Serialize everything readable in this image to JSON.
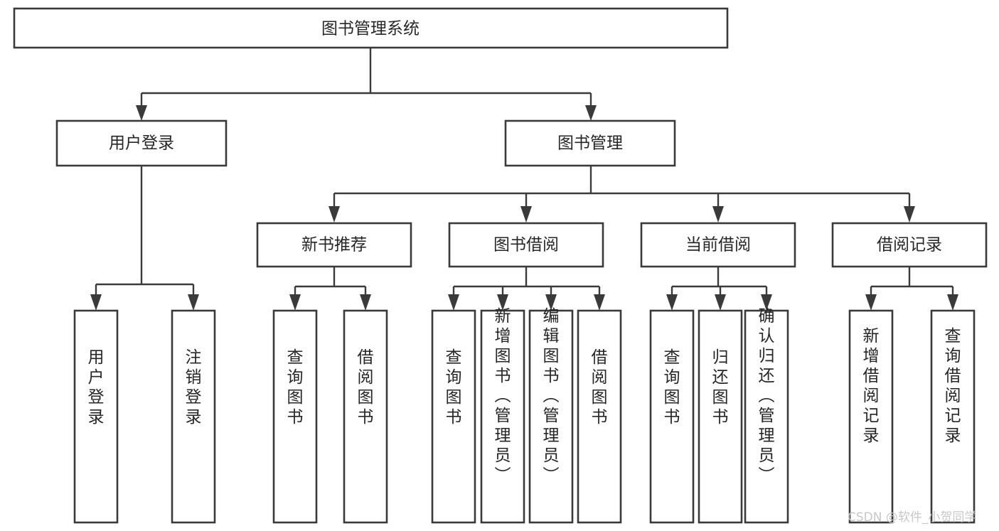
{
  "diagram": {
    "title": "图书管理系统",
    "type": "tree-hierarchy-diagram",
    "colors": {
      "stroke": "#3a3a3a",
      "box_fill": "#ffffff",
      "text": "#262626",
      "background": "#ffffff",
      "watermark": "#c8c8c8"
    },
    "root": {
      "label": "图书管理系统"
    },
    "level2": [
      {
        "label": "用户登录"
      },
      {
        "label": "图书管理"
      }
    ],
    "level3": [
      {
        "label": "新书推荐"
      },
      {
        "label": "图书借阅"
      },
      {
        "label": "当前借阅"
      },
      {
        "label": "借阅记录"
      }
    ],
    "leaves": {
      "user_login": [
        {
          "label": "用户登录"
        },
        {
          "label": "注销登录"
        }
      ],
      "new_book_recommend": [
        {
          "label": "查询图书"
        },
        {
          "label": "借阅图书"
        }
      ],
      "book_borrow": [
        {
          "label": "查询图书"
        },
        {
          "label": "新增图书（管理员）"
        },
        {
          "label": "编辑图书（管理员）"
        },
        {
          "label": "借阅图书"
        }
      ],
      "current_borrow": [
        {
          "label": "查询图书"
        },
        {
          "label": "归还图书"
        },
        {
          "label": "确认归还（管理员）"
        }
      ],
      "borrow_record": [
        {
          "label": "新增借阅记录"
        },
        {
          "label": "查询借阅记录"
        }
      ]
    },
    "watermark": "CSDN @软件_小贺同学"
  }
}
